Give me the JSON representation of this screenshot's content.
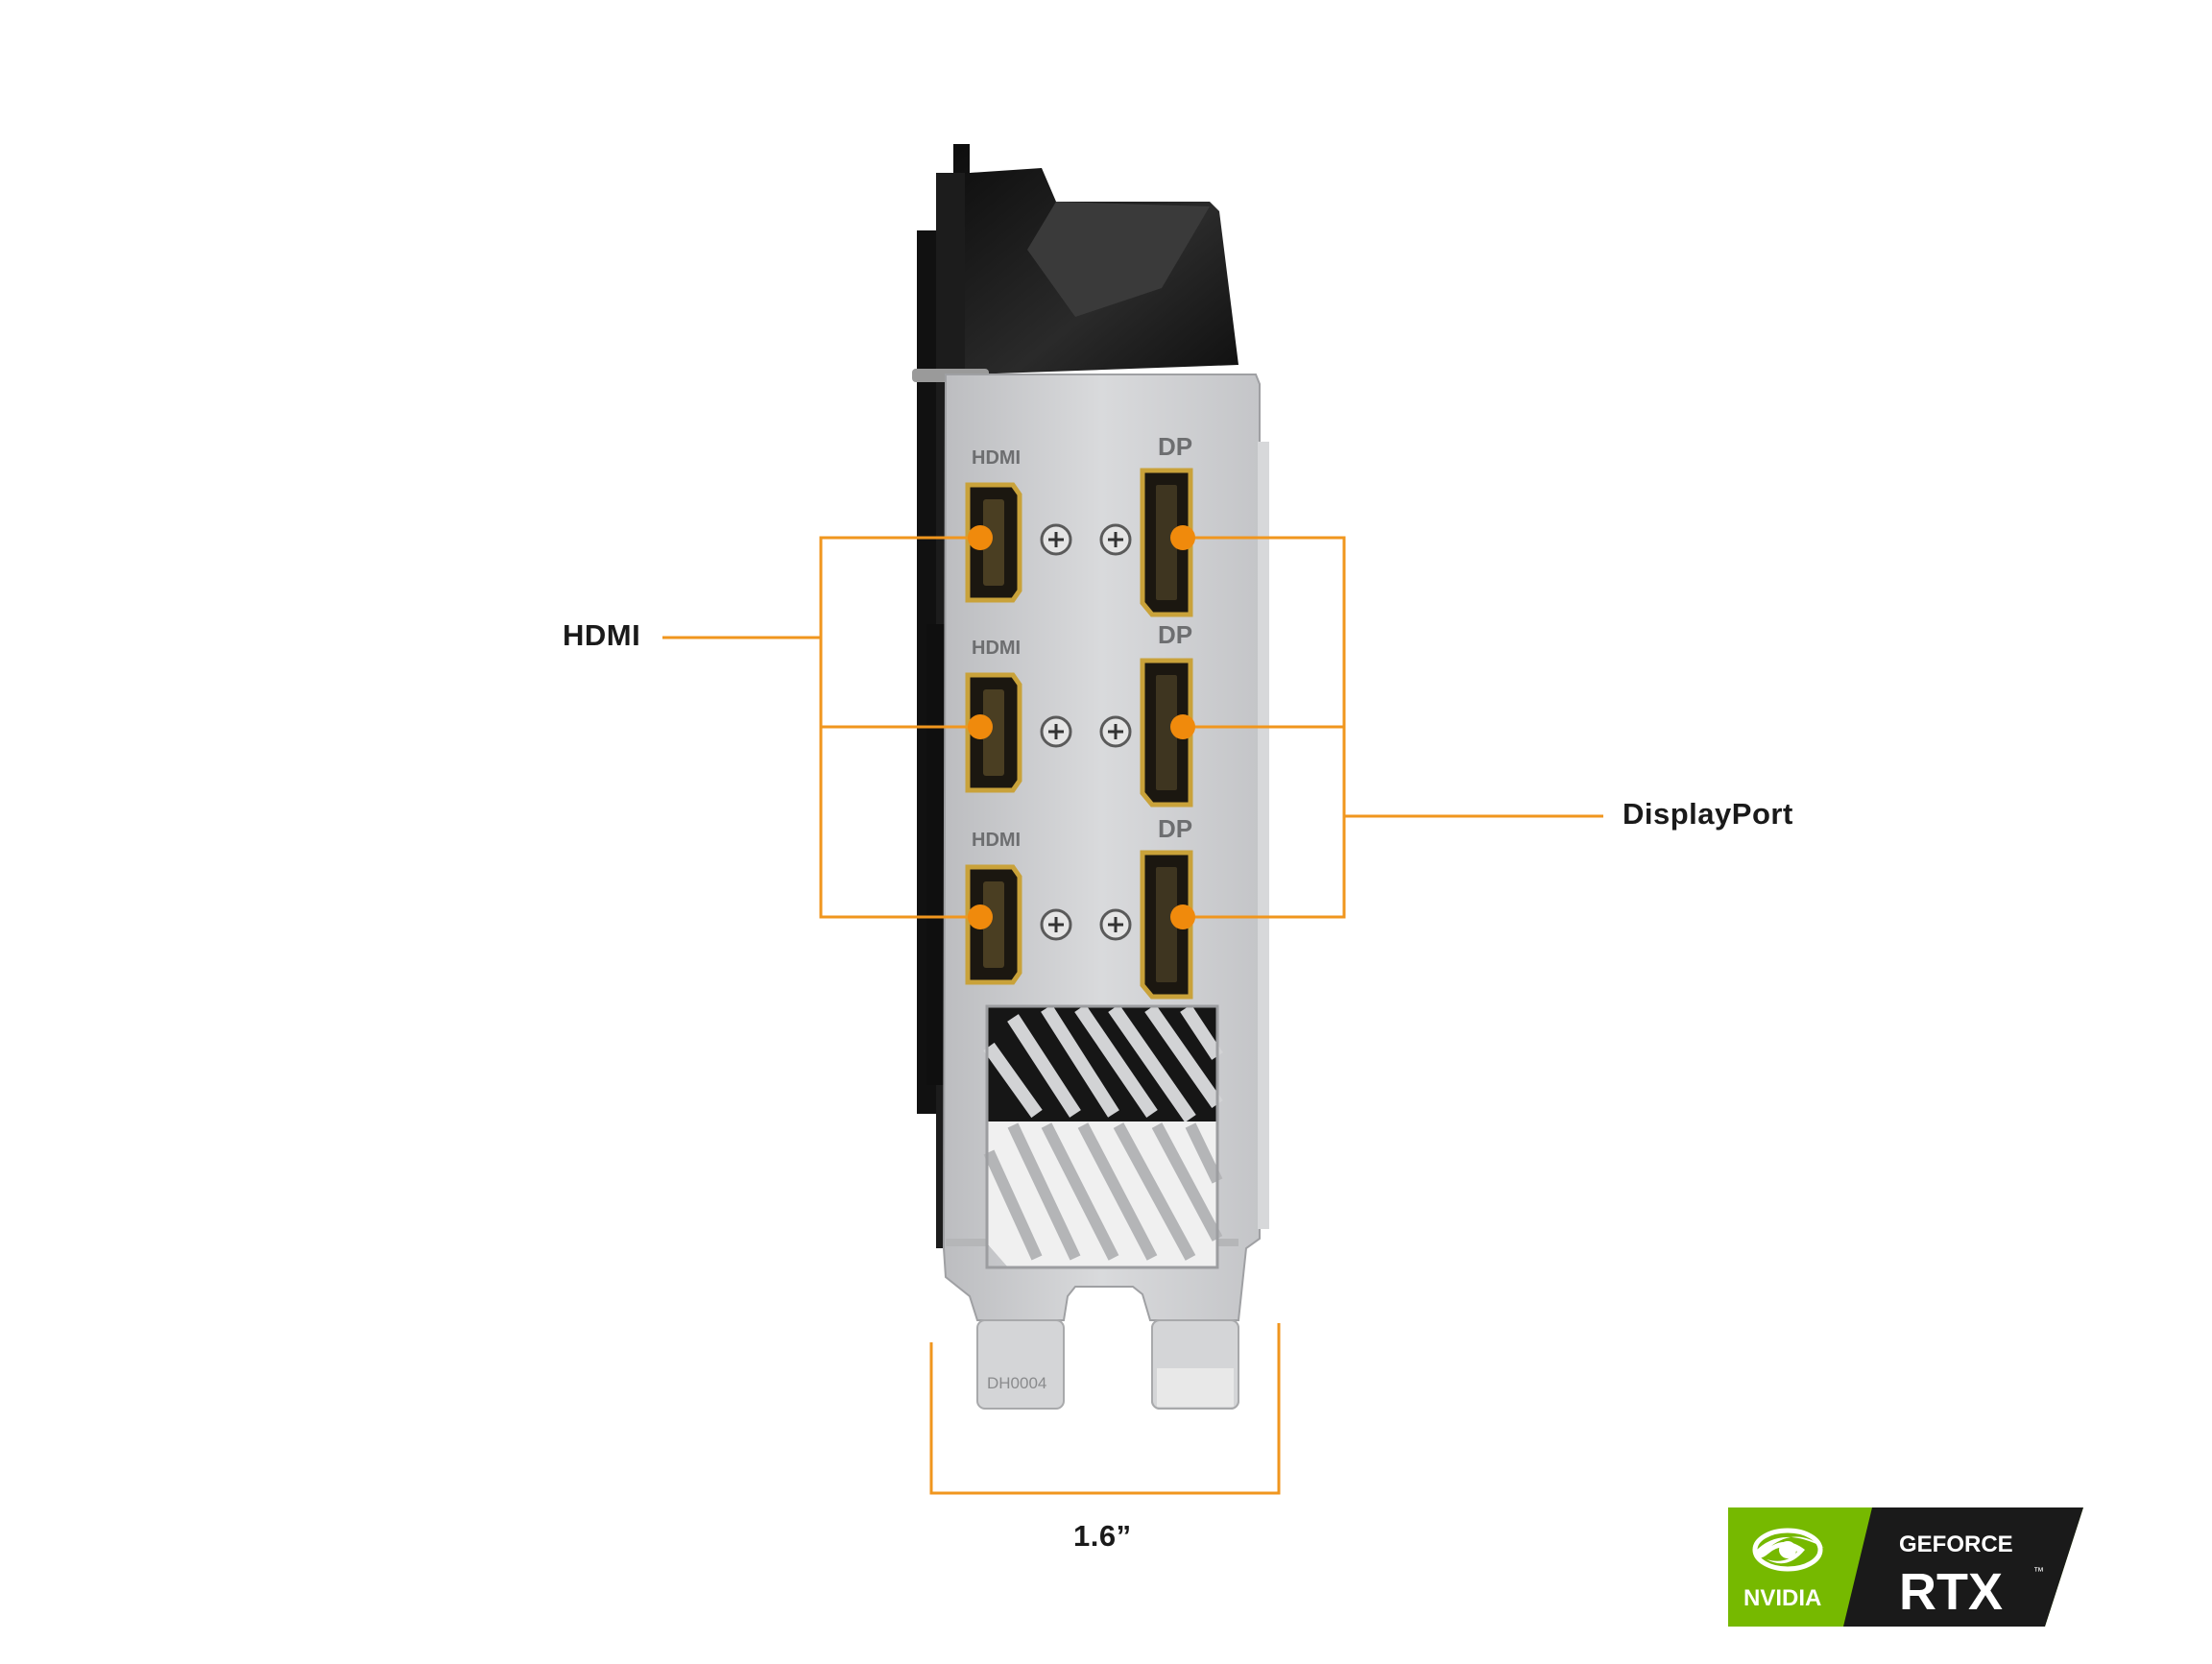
{
  "callouts": {
    "hdmi": "HDMI",
    "displayport": "DisplayPort",
    "bracket_width": "1.6”"
  },
  "bracket_labels": {
    "hdmi": "HDMI",
    "dp": "DP",
    "part_number": "DH0004"
  },
  "port_counts": {
    "hdmi": 3,
    "displayport": 3
  },
  "badge": {
    "brand": "NVIDIA",
    "line1": "GEFORCE",
    "line2": "RTX",
    "tm": "™"
  },
  "colors": {
    "callout_line": "#f0961e",
    "port_dot": "#f08a0c",
    "port_gold": "#c9a23a",
    "bracket_metal": "#cdced0",
    "cooler_black": "#1b1b1b",
    "nvidia_green": "#76b900",
    "badge_dark": "#1a1a1a"
  },
  "icons": [
    "nvidia-eye-icon",
    "screw-icon"
  ]
}
